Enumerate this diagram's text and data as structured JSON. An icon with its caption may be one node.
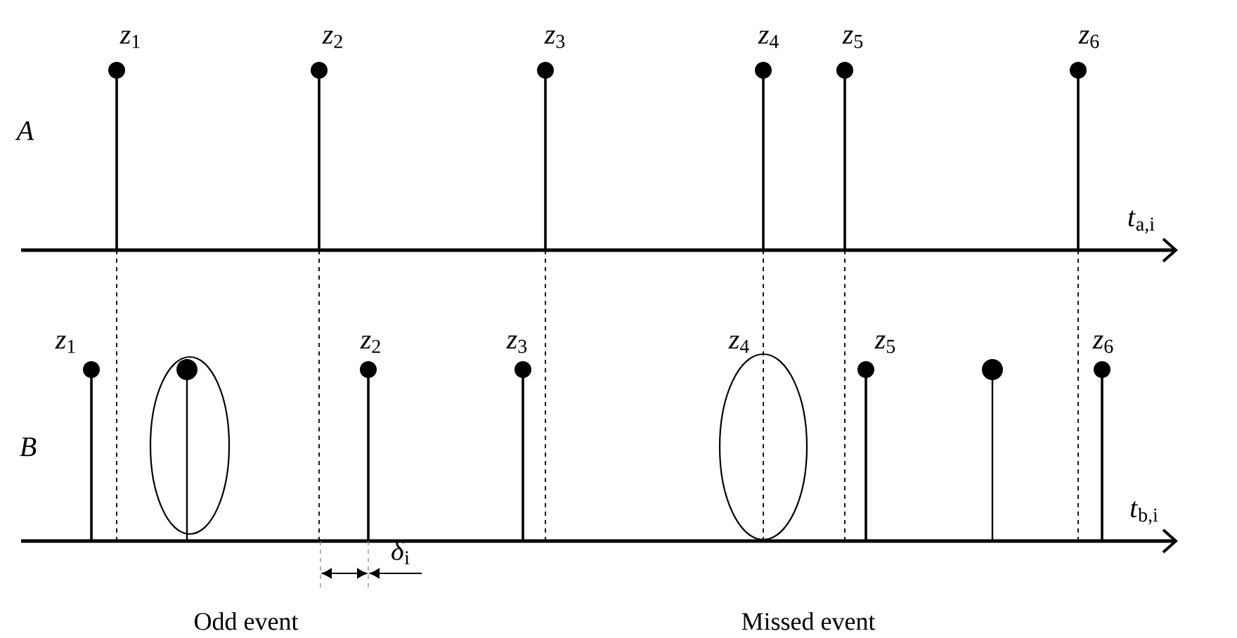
{
  "diagram": {
    "nodes": [
      {
        "text": [
          "Odd event"
        ]
      },
      {
        "text": [
          "Missed event"
        ]
      }
    ],
    "labels": [
      "*z*$_{1}$",
      "*z*$_{2}$",
      "*z*$_{3}$",
      "*z*$_{4}$",
      "*z*$_{5}$",
      "*z*$_{6}$",
      "A",
      "*t*$_{a,i}$",
      "*z*$_{1}$",
      "*z*$_{2}$",
      "*z*$_{3}$",
      "*z*$_{4}$",
      "*z*$_{5}$",
      "*z*$_{6}$",
      "B",
      "*t*$_{b,i}$",
      "*δ*$_{i}$"
    ]
  }
}
